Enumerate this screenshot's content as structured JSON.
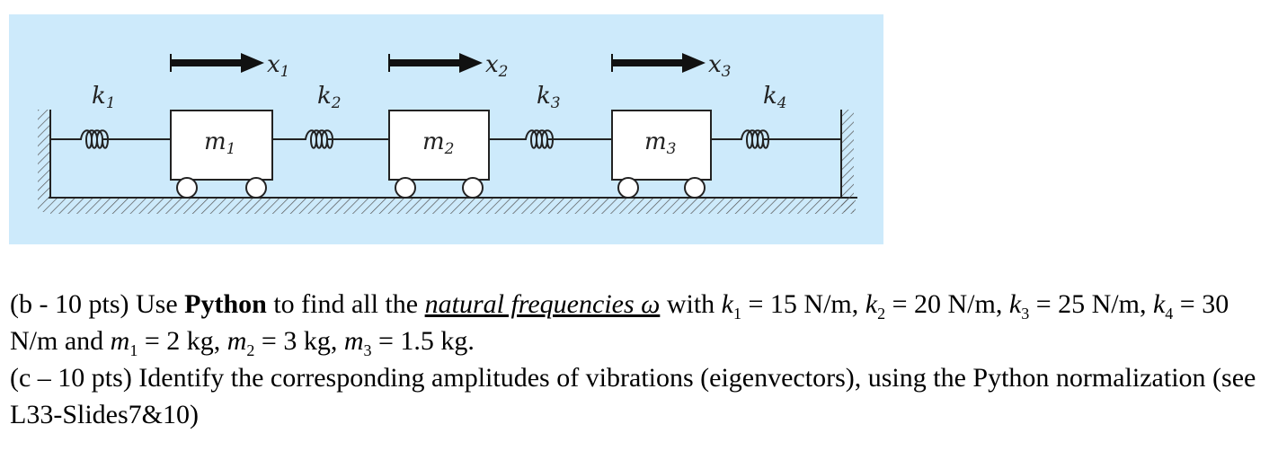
{
  "diagram": {
    "colors": {
      "background": "#cdeafb",
      "ink": "#222222",
      "mass_fill": "#ffffff"
    },
    "masses": [
      {
        "sym": "m",
        "sub": "1"
      },
      {
        "sym": "m",
        "sub": "2"
      },
      {
        "sym": "m",
        "sub": "3"
      }
    ],
    "springs": [
      {
        "sym": "k",
        "sub": "1"
      },
      {
        "sym": "k",
        "sub": "2"
      },
      {
        "sym": "k",
        "sub": "3"
      },
      {
        "sym": "k",
        "sub": "4"
      }
    ],
    "displacements": [
      {
        "sym": "x",
        "sub": "1"
      },
      {
        "sym": "x",
        "sub": "2"
      },
      {
        "sym": "x",
        "sub": "3"
      }
    ]
  },
  "problem": {
    "b": {
      "prefix": "(b - 10 pts) Use ",
      "bold": "Python",
      "mid": " to find all the ",
      "underlined": "natural frequencies ω",
      "with": " with ",
      "k1": {
        "sym": "k",
        "sub": "1",
        "rest": " = 15 N/m, "
      },
      "k2": {
        "sym": "k",
        "sub": "2",
        "rest": " = 20 N/m, "
      },
      "k3": {
        "sym": "k",
        "sub": "3",
        "rest": " = 25 N/m, "
      },
      "k4": {
        "sym": "k",
        "sub": "4",
        "rest": " = 30 N/m and "
      },
      "m1": {
        "sym": "m",
        "sub": "1",
        "rest": " = 2 kg, "
      },
      "m2": {
        "sym": "m",
        "sub": "2",
        "rest": " = 3 kg, "
      },
      "m3": {
        "sym": "m",
        "sub": "3",
        "rest": " = 1.5 kg."
      }
    },
    "c": {
      "text": "(c – 10 pts) Identify the corresponding amplitudes of vibrations (eigenvectors), using the Python normalization (see L33-Slides7&10)"
    }
  }
}
